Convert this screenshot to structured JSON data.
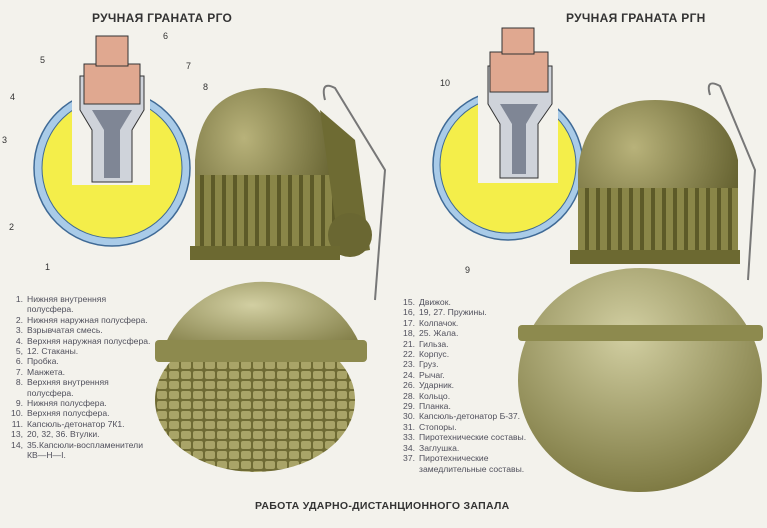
{
  "titles": {
    "rgo": "РУЧНАЯ ГРАНАТА РГО",
    "rgn": "РУЧНАЯ ГРАНАТА РГН",
    "bottom": "РАБОТА УДАРНО-ДИСТАНЦИОННОГО ЗАПАЛА"
  },
  "callouts_rgo": [
    "6",
    "5",
    "7",
    "4",
    "8",
    "3",
    "2",
    "1"
  ],
  "callouts_rgn": [
    "10",
    "9"
  ],
  "legend_left": [
    {
      "n": "1.",
      "t": "Нижняя внутренняя полусфера."
    },
    {
      "n": "2.",
      "t": "Нижняя наружная полусфера."
    },
    {
      "n": "3.",
      "t": "Взрывчатая смесь."
    },
    {
      "n": "4.",
      "t": "Верхняя наружная полусфера."
    },
    {
      "n": "5,",
      "t": "12. Стаканы."
    },
    {
      "n": "6.",
      "t": "Пробка."
    },
    {
      "n": "7.",
      "t": "Манжета."
    },
    {
      "n": "8.",
      "t": "Верхняя внутренняя полусфера."
    },
    {
      "n": "9.",
      "t": "Нижняя полусфера."
    },
    {
      "n": "10.",
      "t": "Верхняя полусфера."
    },
    {
      "n": "11.",
      "t": "Капсюль-детонатор 7К1."
    },
    {
      "n": "13,",
      "t": "20, 32, 36. Втулки."
    },
    {
      "n": "14,",
      "t": "35.Капсюли-воспламенители КВ—Н—I."
    }
  ],
  "legend_right": [
    {
      "n": "15.",
      "t": "Движок."
    },
    {
      "n": "16,",
      "t": "19, 27. Пружины."
    },
    {
      "n": "17.",
      "t": "Колпачок."
    },
    {
      "n": "18,",
      "t": "25. Жала."
    },
    {
      "n": "21.",
      "t": "Гильза."
    },
    {
      "n": "22.",
      "t": "Корпус."
    },
    {
      "n": "23.",
      "t": "Груз."
    },
    {
      "n": "24.",
      "t": "Рычаг."
    },
    {
      "n": "26.",
      "t": "Ударник."
    },
    {
      "n": "28.",
      "t": "Кольцо."
    },
    {
      "n": "29.",
      "t": "Планка."
    },
    {
      "n": "30.",
      "t": "Капсюль-детонатор Б-37."
    },
    {
      "n": "31.",
      "t": "Стопоры."
    },
    {
      "n": "33.",
      "t": "Пиротехнические составы."
    },
    {
      "n": "34.",
      "t": "Заглушка."
    },
    {
      "n": "37.",
      "t": "Пиротехнические замедлительные составы."
    }
  ],
  "colors": {
    "background": "#f3f2ec",
    "explosive": "#f4ee4a",
    "shell": "#9fc6e6",
    "olive": "#7d7a3c",
    "body_light": "#b0ac6e"
  }
}
